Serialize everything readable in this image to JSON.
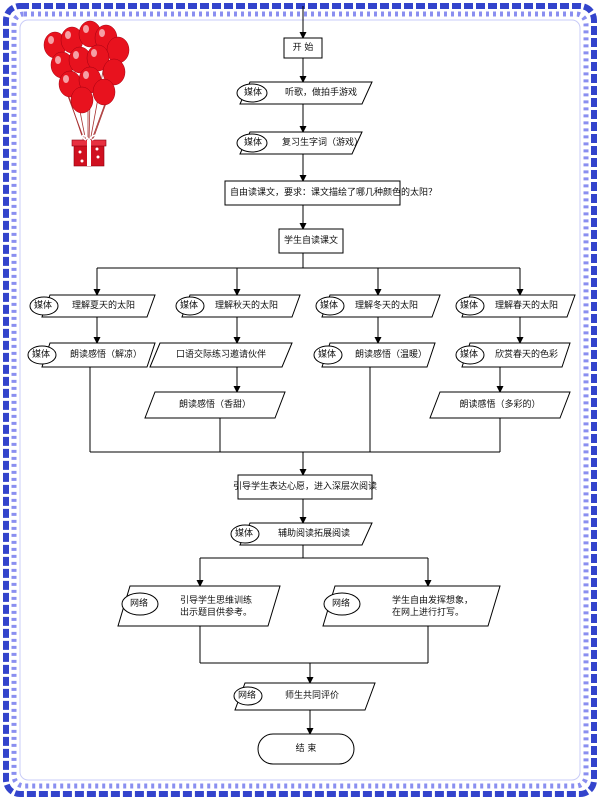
{
  "colors": {
    "border_outer": "#3344cc",
    "border_inner": "#8a8ff0",
    "line": "#000000",
    "balloon": "#e8121e",
    "gift": "#d01020"
  },
  "flowchart": {
    "start": "开  始",
    "tag_media": "媒体",
    "tag_net": "网络",
    "s1": "听歌，做拍手游戏",
    "s2": "复习生字词（游戏）",
    "s3": "自由读课文，要求：课文描绘了哪几种颜色的太阳？",
    "s4": "学生自读课文",
    "b1_top": "理解夏天的太阳",
    "b1_read": "朗读感悟（解凉）",
    "b2_top": "理解秋天的太阳",
    "b2_mid": "口语交际练习邀请伙伴",
    "b2_read": "朗读感悟（香甜）",
    "b3_top": "理解冬天的太阳",
    "b3_read": "朗读感悟（温暖）",
    "b4_top": "理解春天的太阳",
    "b4_mid": "欣赏春天的色彩",
    "b4_read": "朗读感悟（多彩的）",
    "guide": "引导学生表达心愿，进入深层次阅读",
    "aid": "辅助阅读拓展阅读",
    "net_left": "引导学生思维训练出示题目供参考。",
    "net_right": "学生自由发挥想象，在网上进行打写。",
    "eval": "师生共同评价",
    "end": "结    束"
  }
}
